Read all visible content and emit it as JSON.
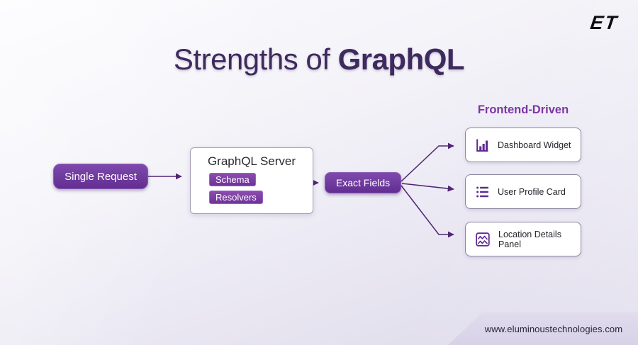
{
  "page": {
    "title_regular": "Strengths of",
    "title_bold": "GraphQL",
    "logo_text": "ET",
    "website": "www.eluminoustechnologies.com"
  },
  "flow": {
    "single_request_label": "Single Request",
    "server": {
      "title": "GraphQL Server",
      "tags": [
        "Schema",
        "Resolvers"
      ]
    },
    "exact_fields_label": "Exact Fields",
    "frontend_heading": "Frontend-Driven",
    "cards": [
      {
        "icon": "bar-chart-icon",
        "label": "Dashboard Widget"
      },
      {
        "icon": "list-icon",
        "label": "User Profile Card"
      },
      {
        "icon": "image-icon",
        "label": "Location Details Panel"
      }
    ]
  },
  "colors": {
    "accent_purple": "#6f3399",
    "dark_purple_title": "#3e2a5e",
    "connector_purple": "#4f2673",
    "heading_purple": "#7c35a4",
    "card_border": "#8d86a0",
    "footer_band": "#dcd8ea"
  }
}
